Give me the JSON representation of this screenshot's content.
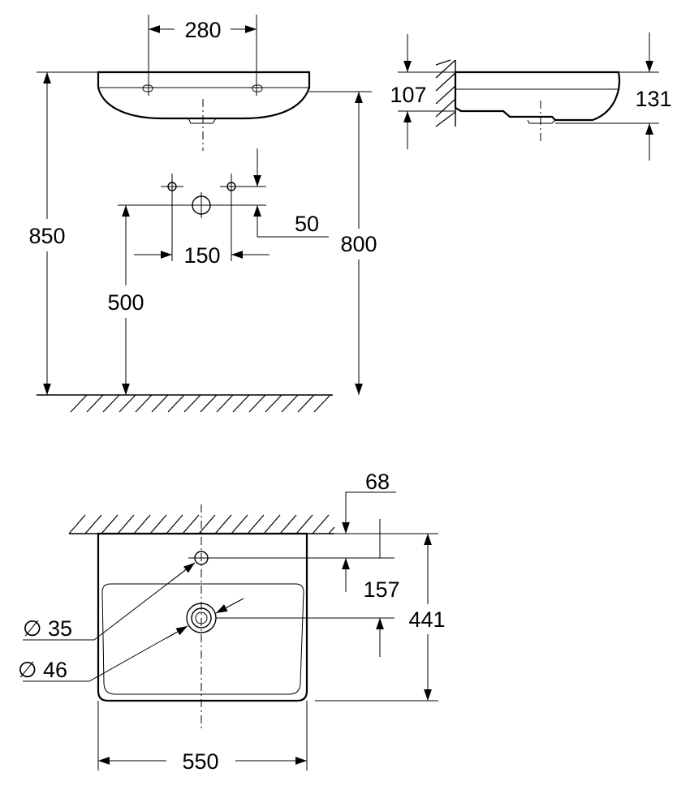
{
  "dimensions": {
    "tap_hole_spacing": "280",
    "side_depth_wall": "107",
    "side_depth_front": "131",
    "total_height": "850",
    "rim_height": "800",
    "waste_height": "500",
    "supply_spacing": "150",
    "supply_offset": "50",
    "tap_hole_setback": "68",
    "waste_setback": "157",
    "basin_depth": "441",
    "basin_width": "550",
    "tap_hole_diameter": "∅ 35",
    "waste_diameter": "∅ 46"
  }
}
